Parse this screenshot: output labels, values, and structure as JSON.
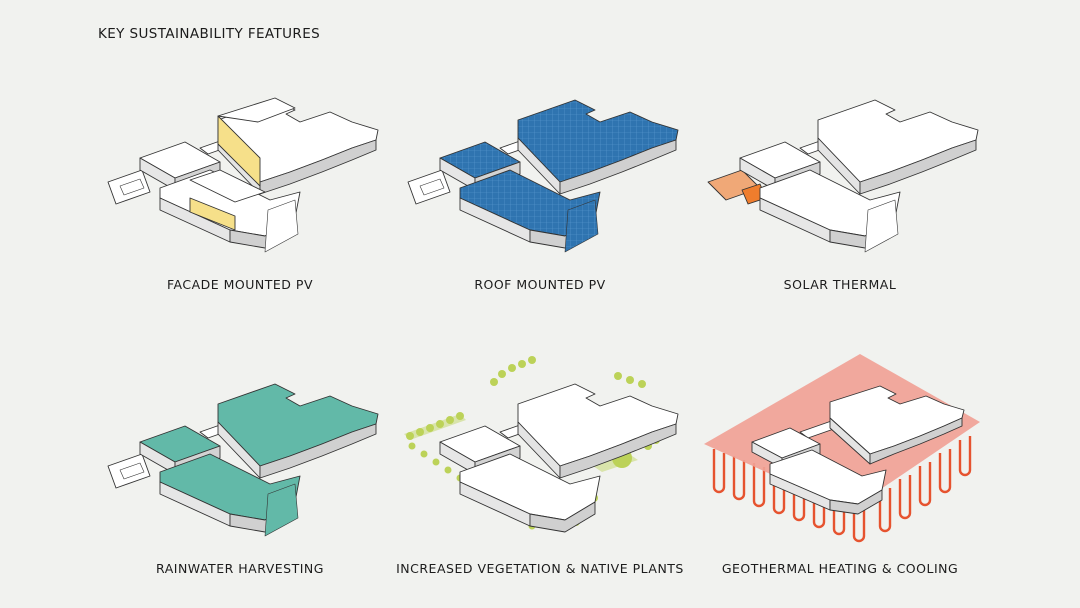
{
  "header": {
    "title": "KEY SUSTAINABILITY FEATURES"
  },
  "features": [
    {
      "label": "FACADE MOUNTED PV",
      "accent": "#f6e08a"
    },
    {
      "label": "ROOF MOUNTED PV",
      "accent": "#2f74b0"
    },
    {
      "label": "SOLAR THERMAL",
      "accent": "#f0a877"
    },
    {
      "label": "RAINWATER HARVESTING",
      "accent": "#62b9a8"
    },
    {
      "label": "INCREASED VEGETATION & NATIVE PLANTS",
      "accent": "#bcd258"
    },
    {
      "label": "GEOTHERMAL HEATING & COOLING",
      "accent": "#f1a296"
    }
  ]
}
